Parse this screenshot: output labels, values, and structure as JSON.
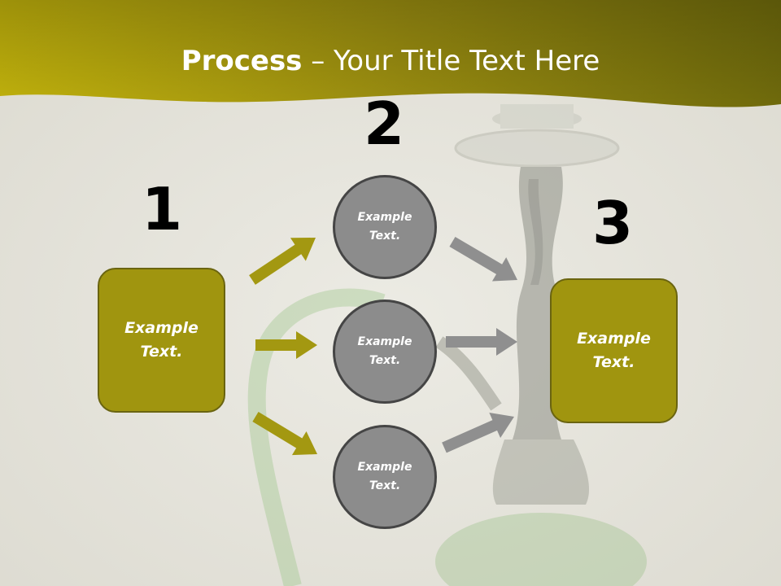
{
  "title": {
    "bold": "Process",
    "rest": " – Your Title Text Here"
  },
  "steps": {
    "numbers": [
      "1",
      "2",
      "3"
    ]
  },
  "nodes": {
    "input_box": "Example\nText.",
    "circles": [
      "Example\nText.",
      "Example\nText.",
      "Example\nText."
    ],
    "output_box": "Example\nText."
  },
  "colors": {
    "banner": "#a39811",
    "box_fill": "#a0950f",
    "circle_fill": "#8c8c8c",
    "arrow_olive": "#a39811",
    "arrow_gray": "#8f8f8f"
  },
  "background_image": "hookah-photo"
}
